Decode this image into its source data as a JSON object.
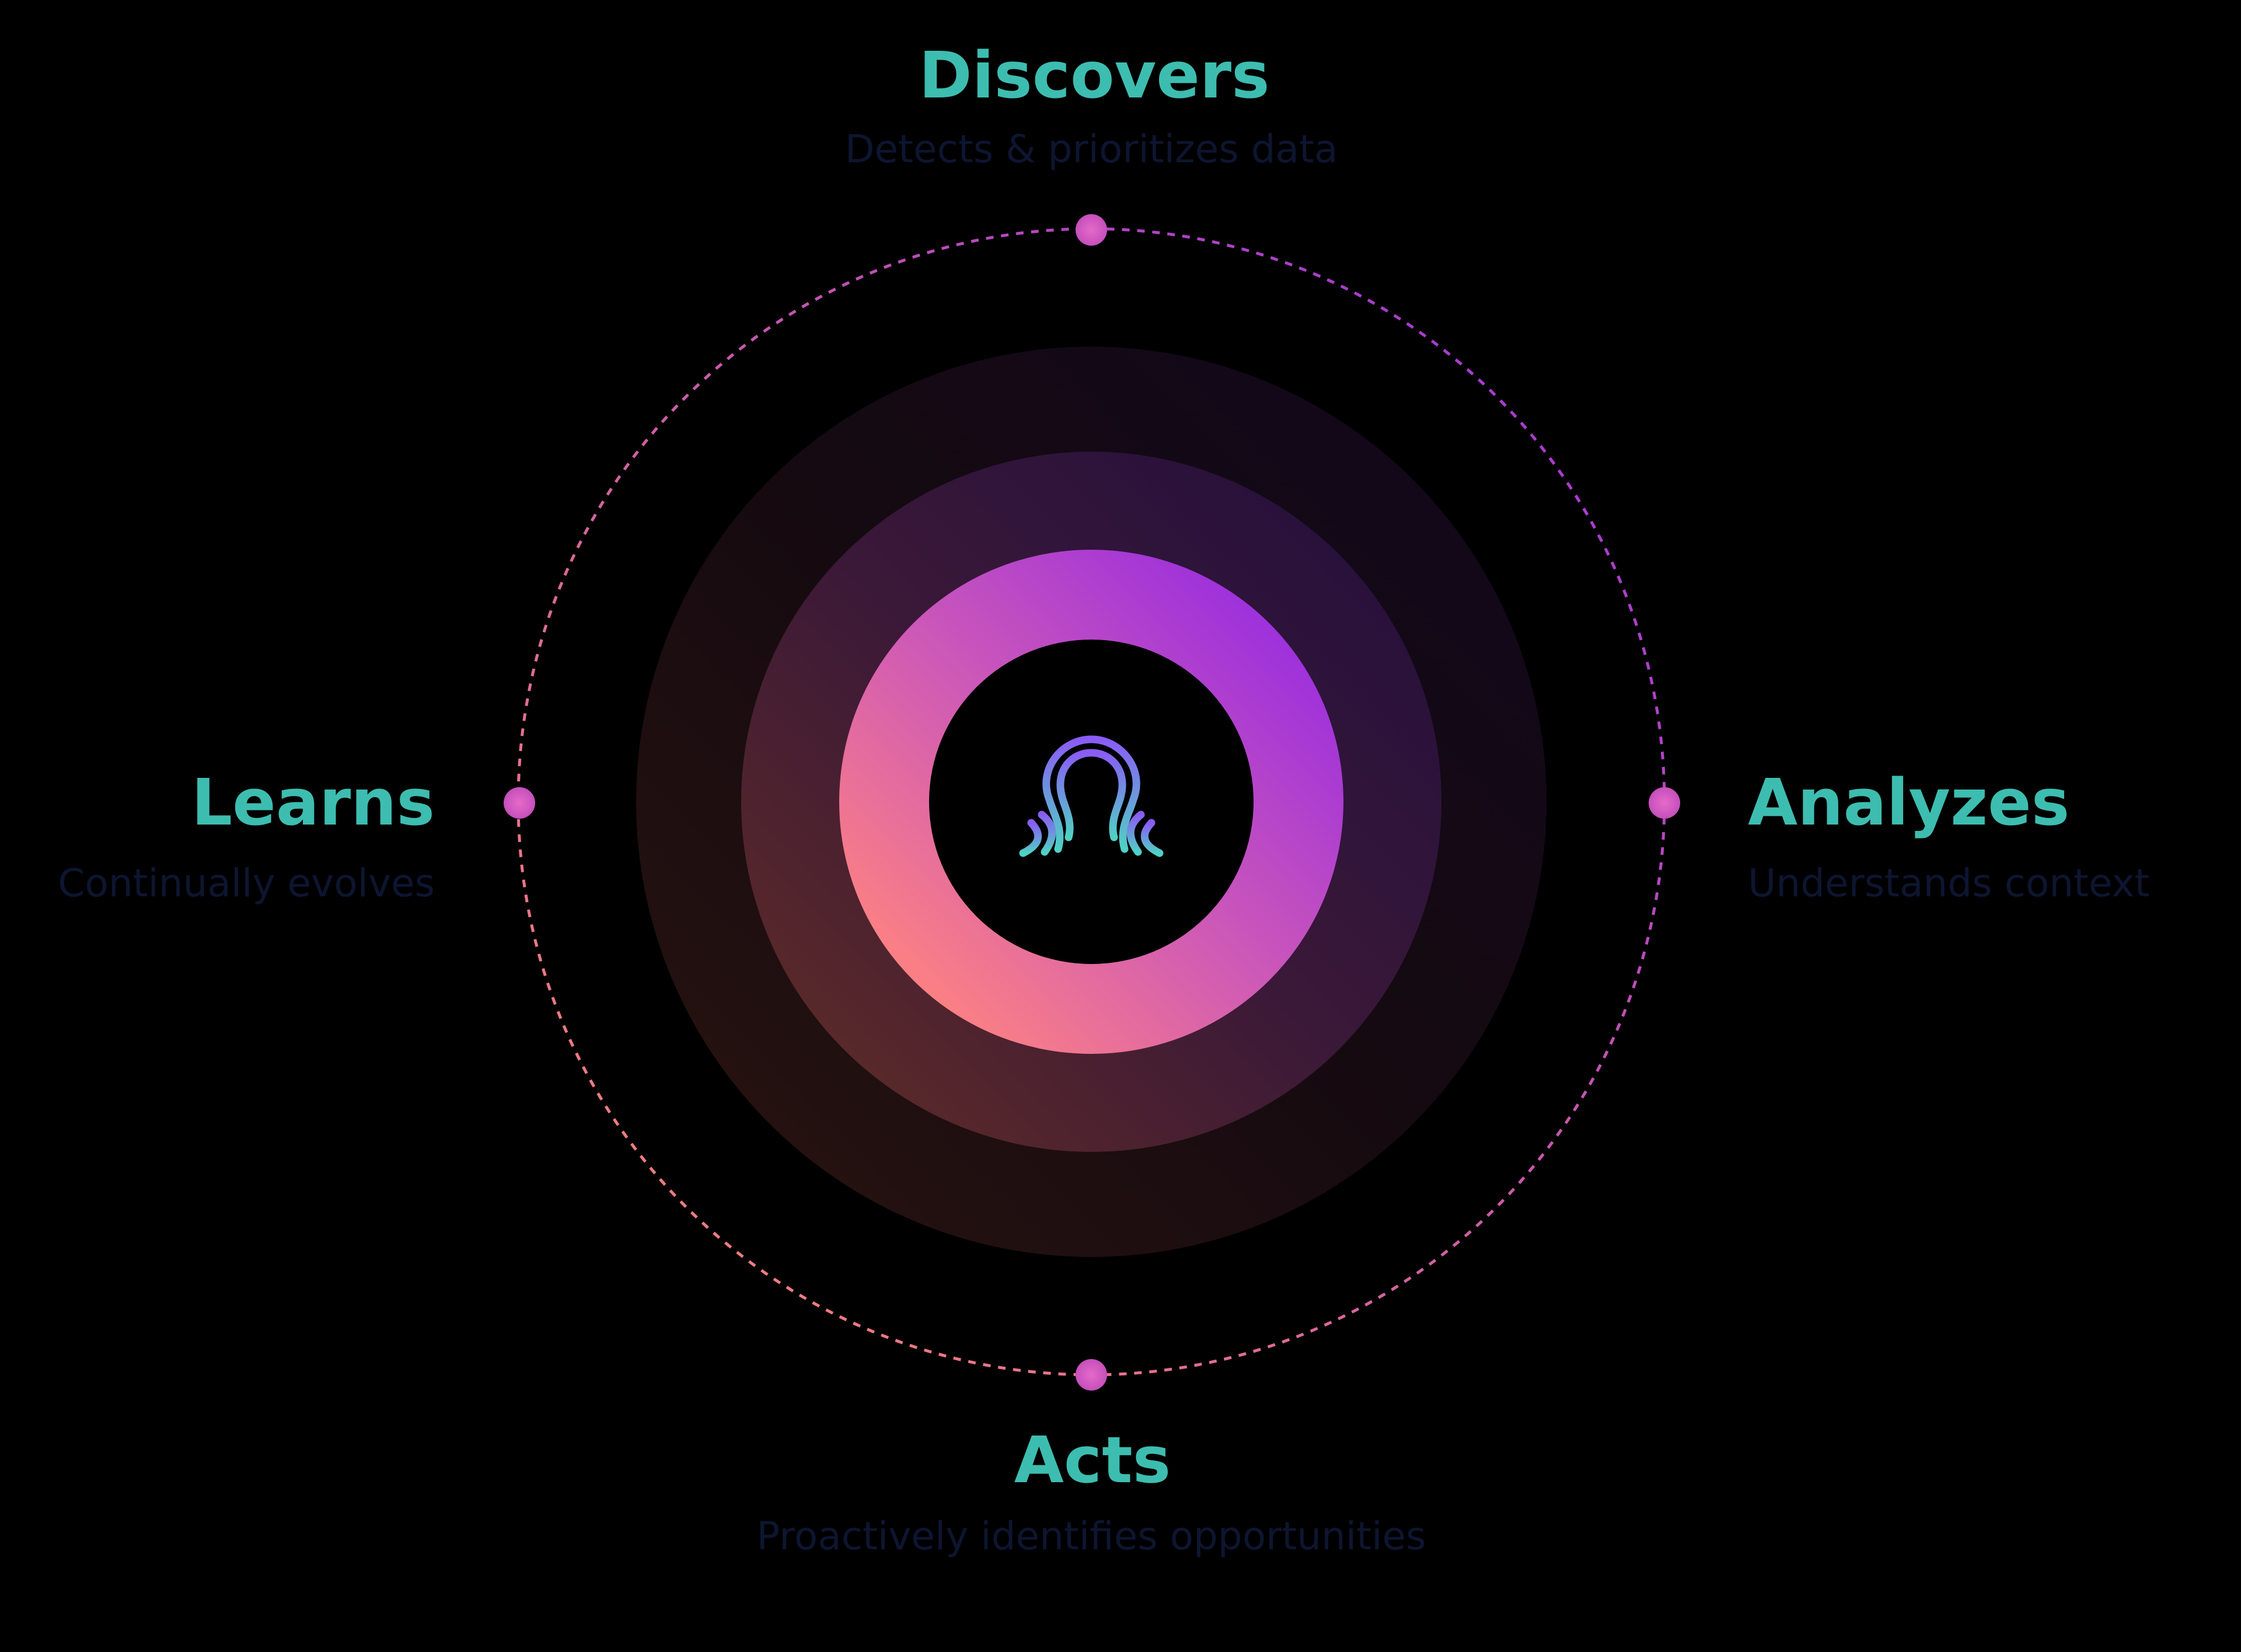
{
  "colors": {
    "background": "#000000",
    "title": "#3dbdb0",
    "description": "#0d1530",
    "gradient_pink": "#ff8080",
    "gradient_violet": "#9b2ee0",
    "icon_top": "#8a5cf6",
    "icon_bottom": "#4fd1c5"
  },
  "center": {
    "icon": "octopus-logo-icon"
  },
  "stages": {
    "discovers": {
      "title": "Discovers",
      "description": "Detects & prioritizes data"
    },
    "analyzes": {
      "title": "Analyzes",
      "description": "Understands context"
    },
    "acts": {
      "title": "Acts",
      "description": "Proactively identifies opportunities"
    },
    "learns": {
      "title": "Learns",
      "description": "Continually evolves"
    }
  }
}
